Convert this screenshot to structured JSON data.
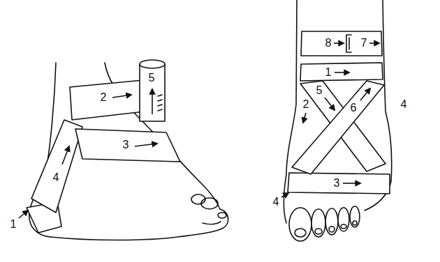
{
  "diagram": {
    "labels": [
      "5",
      "2",
      "3",
      "4",
      "1",
      "8",
      "7",
      "1",
      "5",
      "2",
      "6",
      "4",
      "3",
      "4"
    ]
  }
}
